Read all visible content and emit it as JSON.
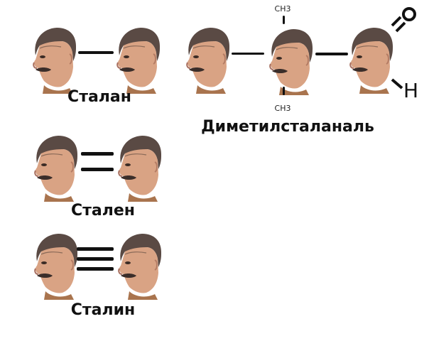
{
  "molecules": {
    "stalan": "Сталан",
    "stalen": "Стален",
    "stalin": "Сталин",
    "dimethyl": "Диметилсталаналь"
  },
  "substituents": {
    "methyl_top": "CH3",
    "methyl_bottom": "CH3",
    "hydrogen": "H",
    "oxygen": "O"
  },
  "icons": {
    "head": "portrait-head-icon"
  }
}
